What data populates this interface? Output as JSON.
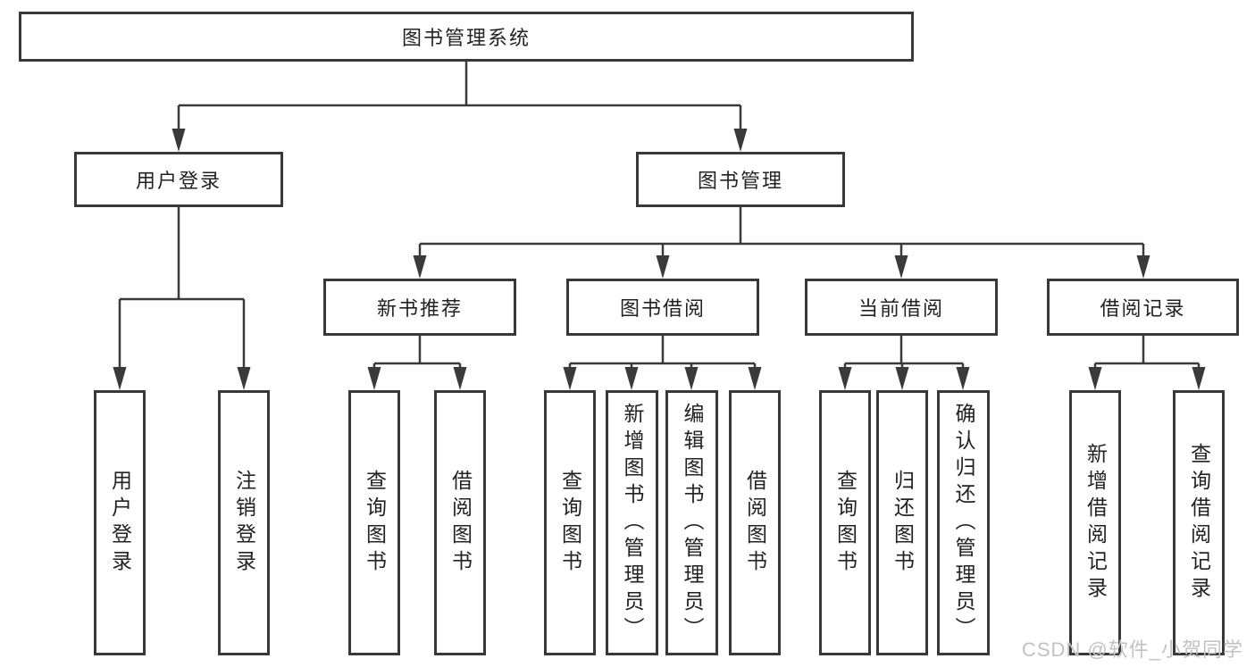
{
  "tree": {
    "root": {
      "label": "图书管理系统"
    },
    "level2": [
      {
        "id": "user-login",
        "label": "用户登录"
      },
      {
        "id": "book-management",
        "label": "图书管理"
      }
    ],
    "level3": [
      {
        "id": "new-book-recommend",
        "label": "新书推荐",
        "parent": "图书管理"
      },
      {
        "id": "book-borrow",
        "label": "图书借阅",
        "parent": "图书管理"
      },
      {
        "id": "current-borrow",
        "label": "当前借阅",
        "parent": "图书管理"
      },
      {
        "id": "borrow-records",
        "label": "借阅记录",
        "parent": "图书管理"
      }
    ],
    "leaves": [
      {
        "label": "用户登录",
        "parent": "用户登录"
      },
      {
        "label": "注销登录",
        "parent": "用户登录"
      },
      {
        "label": "查询图书",
        "parent": "新书推荐"
      },
      {
        "label": "借阅图书",
        "parent": "新书推荐"
      },
      {
        "label": "查询图书",
        "parent": "图书借阅"
      },
      {
        "label": "新增图书（管理员）",
        "parent": "图书借阅"
      },
      {
        "label": "编辑图书（管理员）",
        "parent": "图书借阅"
      },
      {
        "label": "借阅图书",
        "parent": "图书借阅"
      },
      {
        "label": "查询图书",
        "parent": "当前借阅"
      },
      {
        "label": "归还图书",
        "parent": "当前借阅"
      },
      {
        "label": "确认归还（管理员）",
        "parent": "当前借阅"
      },
      {
        "label": "新增借阅记录",
        "parent": "借阅记录"
      },
      {
        "label": "查询借阅记录",
        "parent": "借阅记录"
      }
    ]
  },
  "watermark": "CSDN @软件_小贺同学",
  "colors": {
    "line": "#3a3a3a",
    "box_border": "#383838",
    "box_background": "#ffffff",
    "text": "#222222",
    "watermark": "#c2c2c2"
  }
}
